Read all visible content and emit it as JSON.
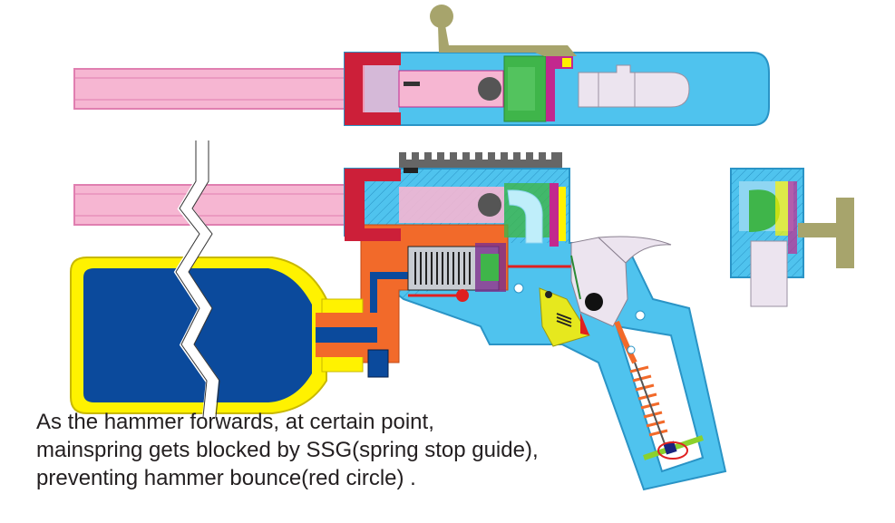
{
  "caption": {
    "line1": "As the hammer forwards, at certain point,",
    "line2": "mainspring gets blocked by SSG(spring stop guide),",
    "line3": "preventing hammer bounce(red circle) ."
  },
  "colors": {
    "barrel": "#f6b6d2",
    "barrel_edge": "#e07fb0",
    "receiver": "#4fc3ee",
    "receiver_edge": "#2a94c6",
    "air_tank": "#0b4a9c",
    "tank_shell": "#fff200",
    "valve_body": "#f26a2a",
    "rear_nut": "#cc1f39",
    "hammer": "#ece4ef",
    "bolt": "#3fb54a",
    "handle": "#a7a46c",
    "trigger": "#e6e81e",
    "spring": "#222222",
    "seal": "#c2288e",
    "highlight_circle": "#e02020"
  }
}
